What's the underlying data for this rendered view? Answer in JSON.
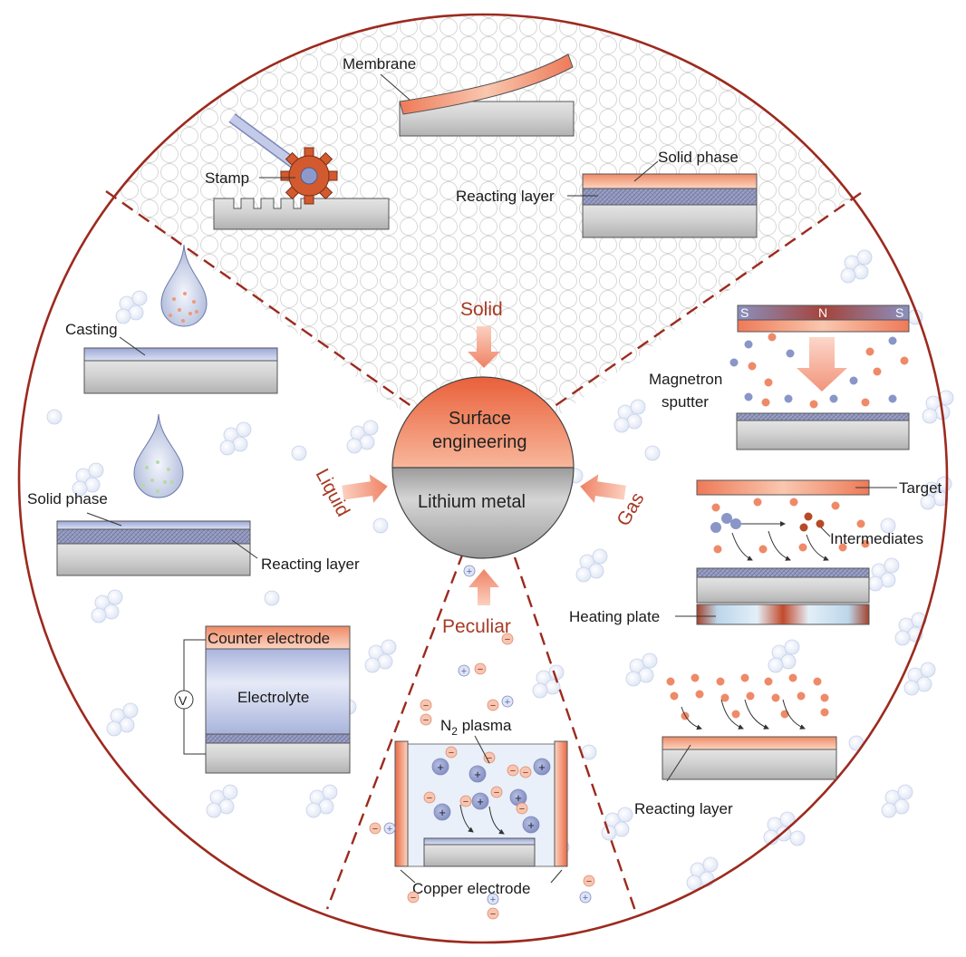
{
  "center": {
    "top": "Surface engineering",
    "top_line1": "Surface",
    "top_line2": "engineering",
    "bottom": "Lithium metal"
  },
  "sectors": {
    "solid": "Solid",
    "liquid": "Liquid",
    "gas": "Gas",
    "peculiar": "Peculiar"
  },
  "solid": {
    "membrane": "Membrane",
    "stamp": "Stamp",
    "solid_phase": "Solid phase",
    "reacting_layer": "Reacting layer"
  },
  "liquid": {
    "casting": "Casting",
    "solid_phase": "Solid phase",
    "reacting_layer": "Reacting layer",
    "counter_electrode": "Counter electrode",
    "electrolyte": "Electrolyte",
    "voltmeter": "V"
  },
  "gas": {
    "magnet_s1": "S",
    "magnet_n": "N",
    "magnet_s2": "S",
    "magnetron_line1": "Magnetron",
    "magnetron_line2": "sputter",
    "target": "Target",
    "intermediates": "Intermediates",
    "heating_plate": "Heating plate",
    "reacting_layer": "Reacting layer"
  },
  "peculiar": {
    "plasma_prefix": "N",
    "plasma_sub": "2",
    "plasma_suffix": " plasma",
    "copper_electrode": "Copper electrode"
  },
  "colors": {
    "border": "#9c2a1e",
    "accent": "#a63a24",
    "orange": "#ee8a68",
    "blue_particle": "#8a96c8",
    "substrate": "#c8c8c8"
  }
}
